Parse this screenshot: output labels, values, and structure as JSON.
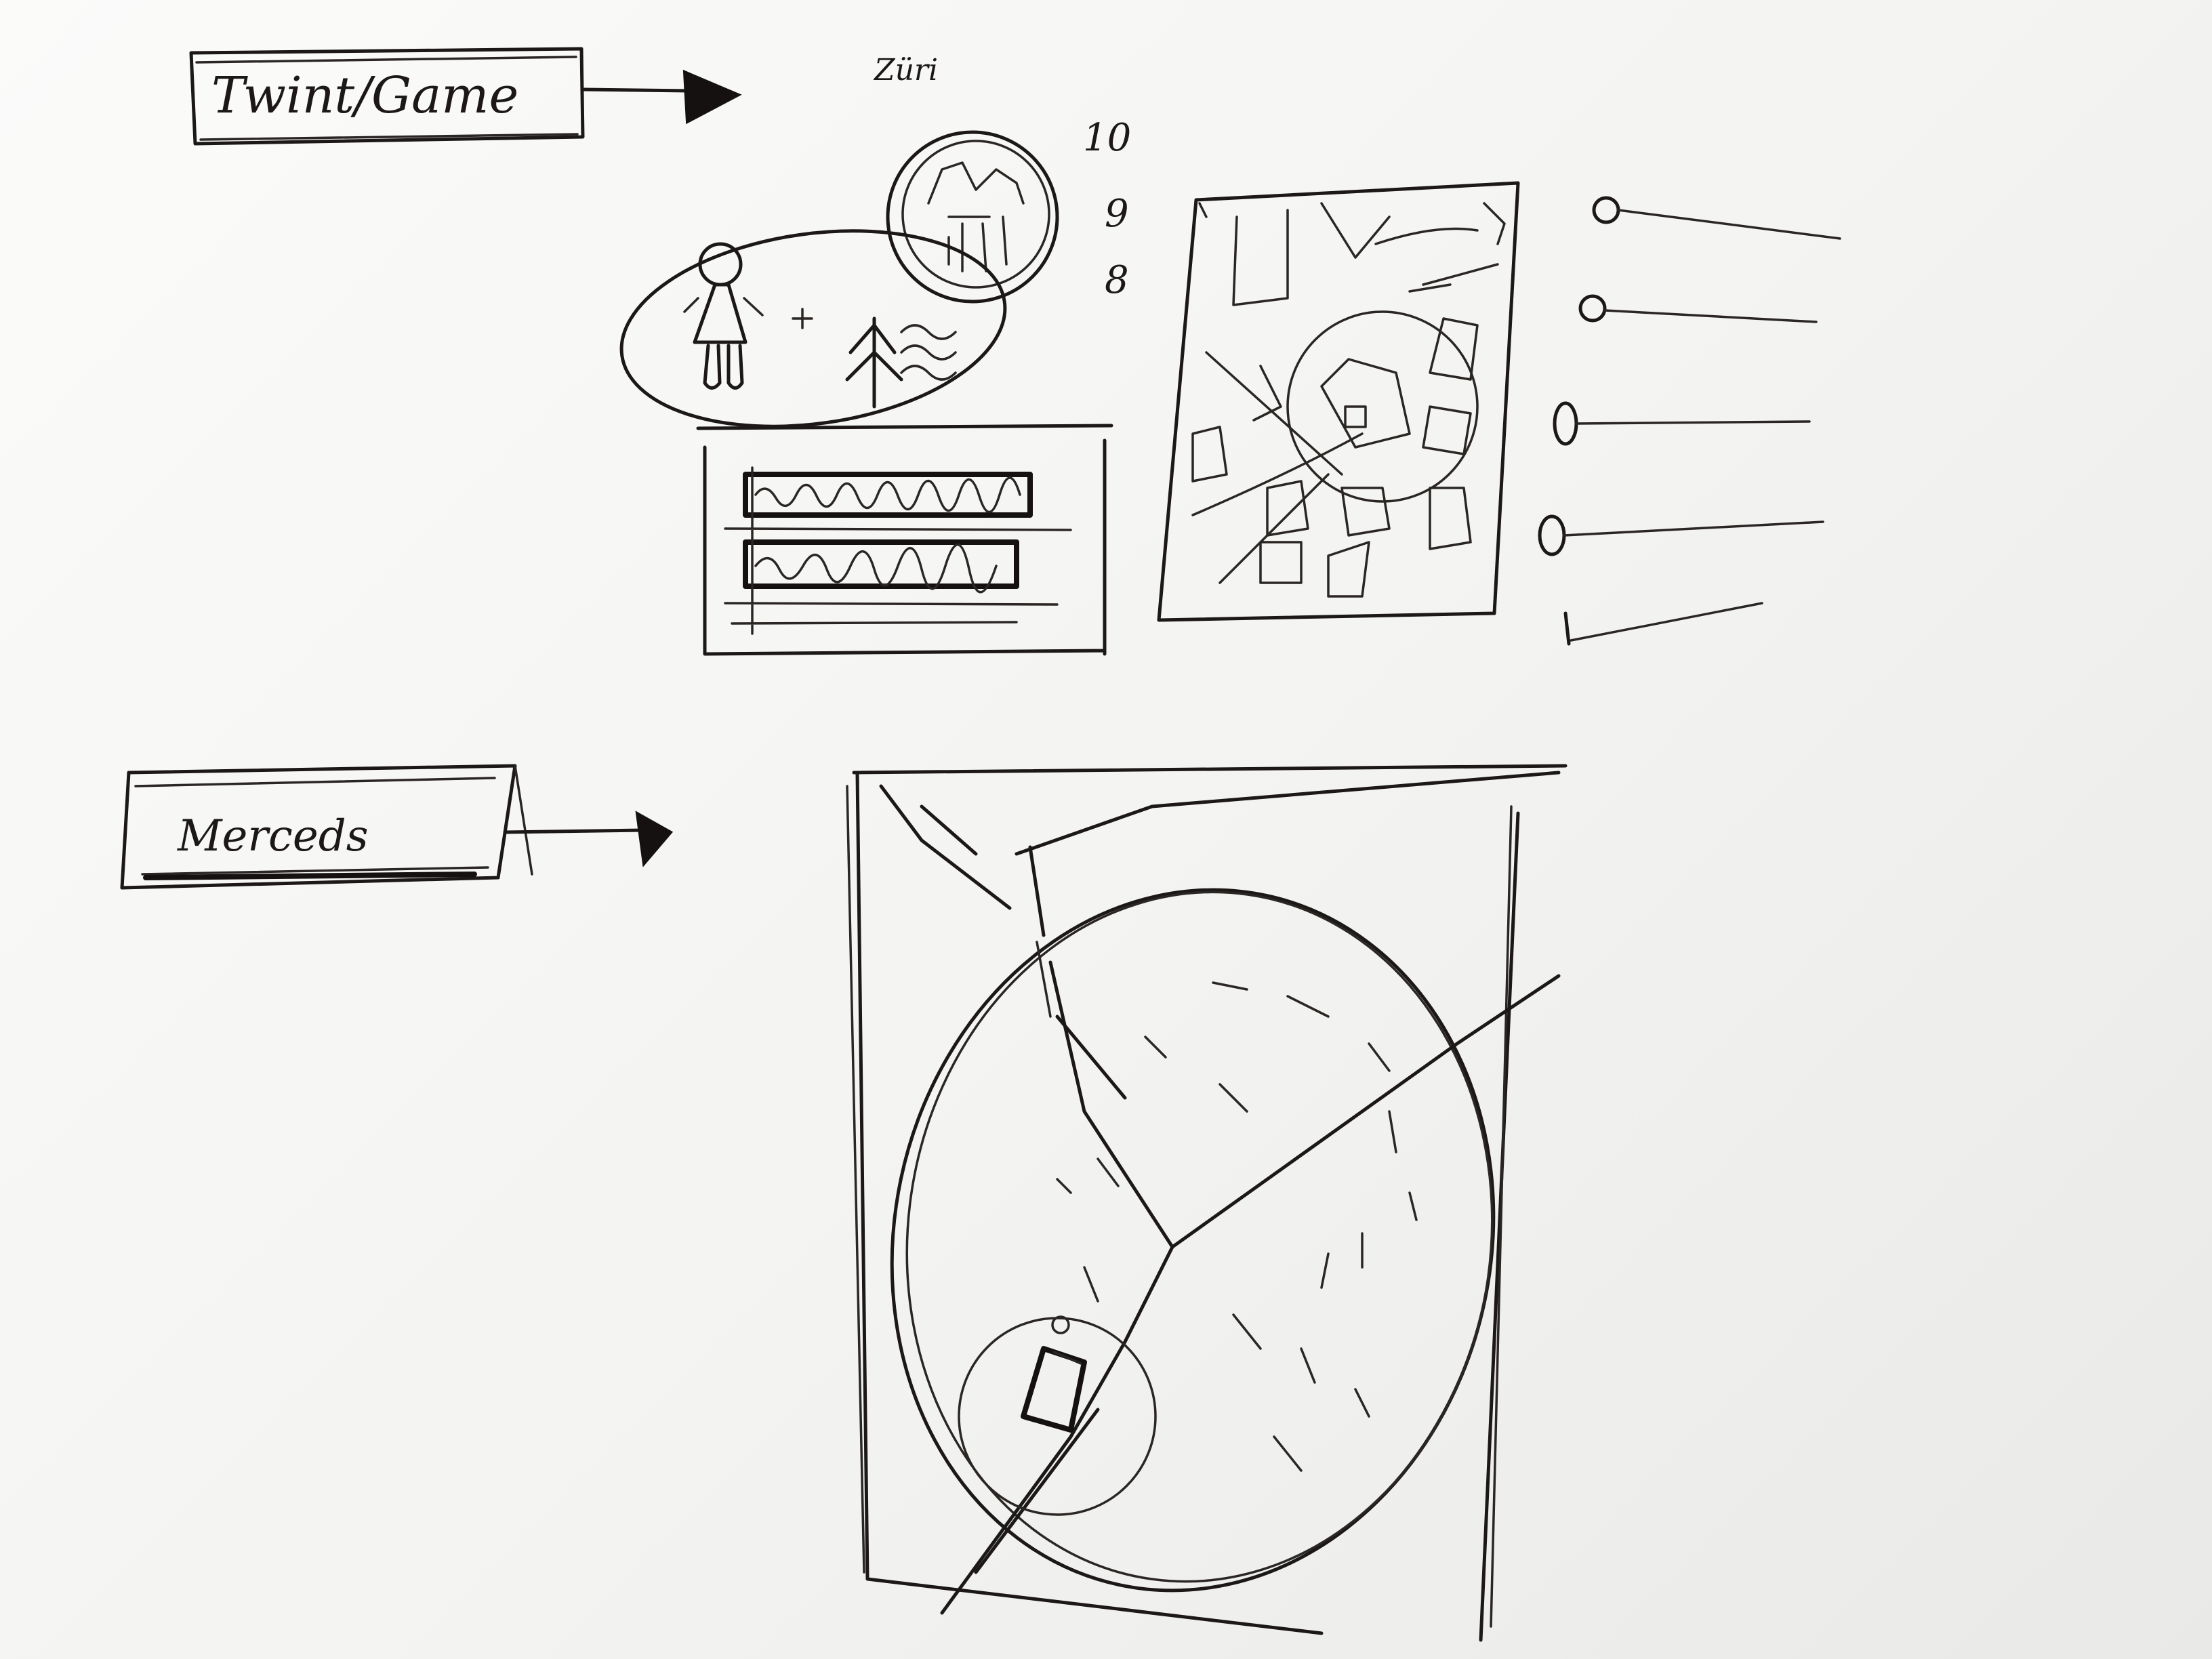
{
  "sketch": {
    "button_primary_label": "Twint/Game",
    "top_label": "Züri",
    "level_numbers": [
      "10",
      "9",
      "8"
    ],
    "button_secondary_label": "Merceds",
    "slider_count": 5
  }
}
